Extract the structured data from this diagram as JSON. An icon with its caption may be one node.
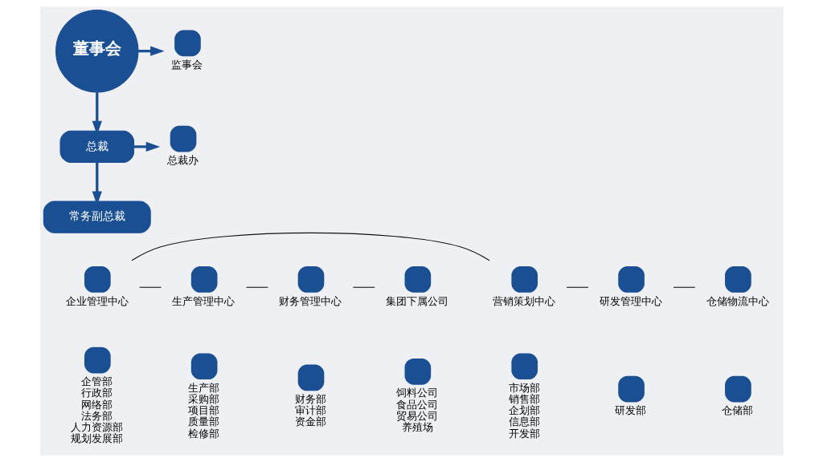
{
  "diagram": {
    "nodes": [
      {
        "text": [
          "董事会"
        ]
      },
      {
        "text": [
          "监事会"
        ]
      },
      {
        "text": [
          "总裁"
        ]
      },
      {
        "text": [
          "总裁办"
        ]
      },
      {
        "text": [
          "常务副总裁"
        ]
      },
      {
        "text": [
          "仓储物流中心"
        ]
      },
      {
        "text": [
          "研发管理中心"
        ]
      },
      {
        "text": [
          "营销策划中心"
        ]
      },
      {
        "text": [
          "企业管理中心"
        ]
      },
      {
        "text": [
          "生产管理中心"
        ]
      },
      {
        "text": [
          "财务管理中心"
        ]
      },
      {
        "text": [
          "集团下属公司"
        ]
      },
      {
        "text": [
          "仓储部"
        ]
      },
      {
        "text": [
          "研发部"
        ]
      },
      {
        "text": [
          "市场部",
          "销售部",
          "企划部",
          "信息部",
          "开发部"
        ]
      },
      {
        "text": [
          "企管部",
          "行政部",
          "网络部",
          "法务部",
          "人力资源部",
          "规划发展部"
        ]
      },
      {
        "text": [
          "生产部",
          "采购部",
          "项目部",
          "质量部",
          "检修部"
        ]
      },
      {
        "text": [
          "财务部",
          "审计部",
          "资金部"
        ]
      },
      {
        "text": [
          "饲料公司",
          "食品公司",
          "贸易公司",
          "养殖场"
        ]
      }
    ],
    "edges": [
      {
        "from": 0,
        "to": 1,
        "arrow": "to",
        "style": "thick",
        "color": "#1a4f94"
      },
      {
        "from": 0,
        "to": 2,
        "arrow": "to",
        "style": "thick",
        "color": "#1a4f94"
      },
      {
        "from": 2,
        "to": 3,
        "arrow": "to",
        "style": "thick",
        "color": "#1a4f94"
      },
      {
        "from": 2,
        "to": 4,
        "arrow": "to",
        "style": "thick",
        "color": "#1a4f94"
      },
      {
        "from": 5,
        "to": 6,
        "arrow": "none"
      },
      {
        "from": 6,
        "to": 7,
        "arrow": "none"
      },
      {
        "from": 7,
        "to": 8,
        "arrow": "none"
      },
      {
        "from": 8,
        "to": 9,
        "arrow": "none"
      },
      {
        "from": 9,
        "to": 10,
        "arrow": "none"
      },
      {
        "from": 10,
        "to": 11,
        "arrow": "none"
      }
    ]
  }
}
